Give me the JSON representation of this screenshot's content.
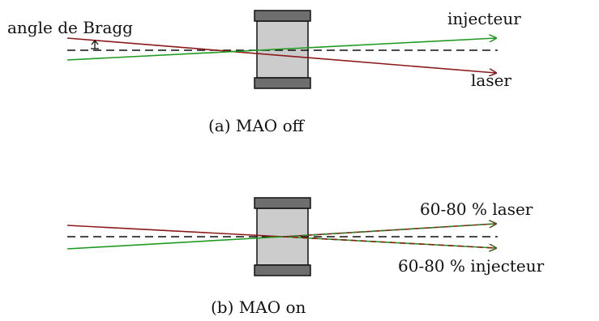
{
  "panels": [
    {
      "id": "a",
      "caption": "(a) MAO off",
      "labels": {
        "bragg_angle": "angle de Bragg",
        "injector": "injecteur",
        "laser": "laser"
      }
    },
    {
      "id": "b",
      "caption": "(b) MAO on",
      "labels": {
        "laser_fraction": "60-80 % laser",
        "injector_fraction": "60-80 % injecteur"
      }
    }
  ],
  "colors": {
    "laser": "#8b1a1a",
    "injector": "#1f9a1f",
    "diffracted": "#4a5a14",
    "crystal": "#cccccc",
    "electrode": "#6e6e6e",
    "axis": "#111111"
  }
}
